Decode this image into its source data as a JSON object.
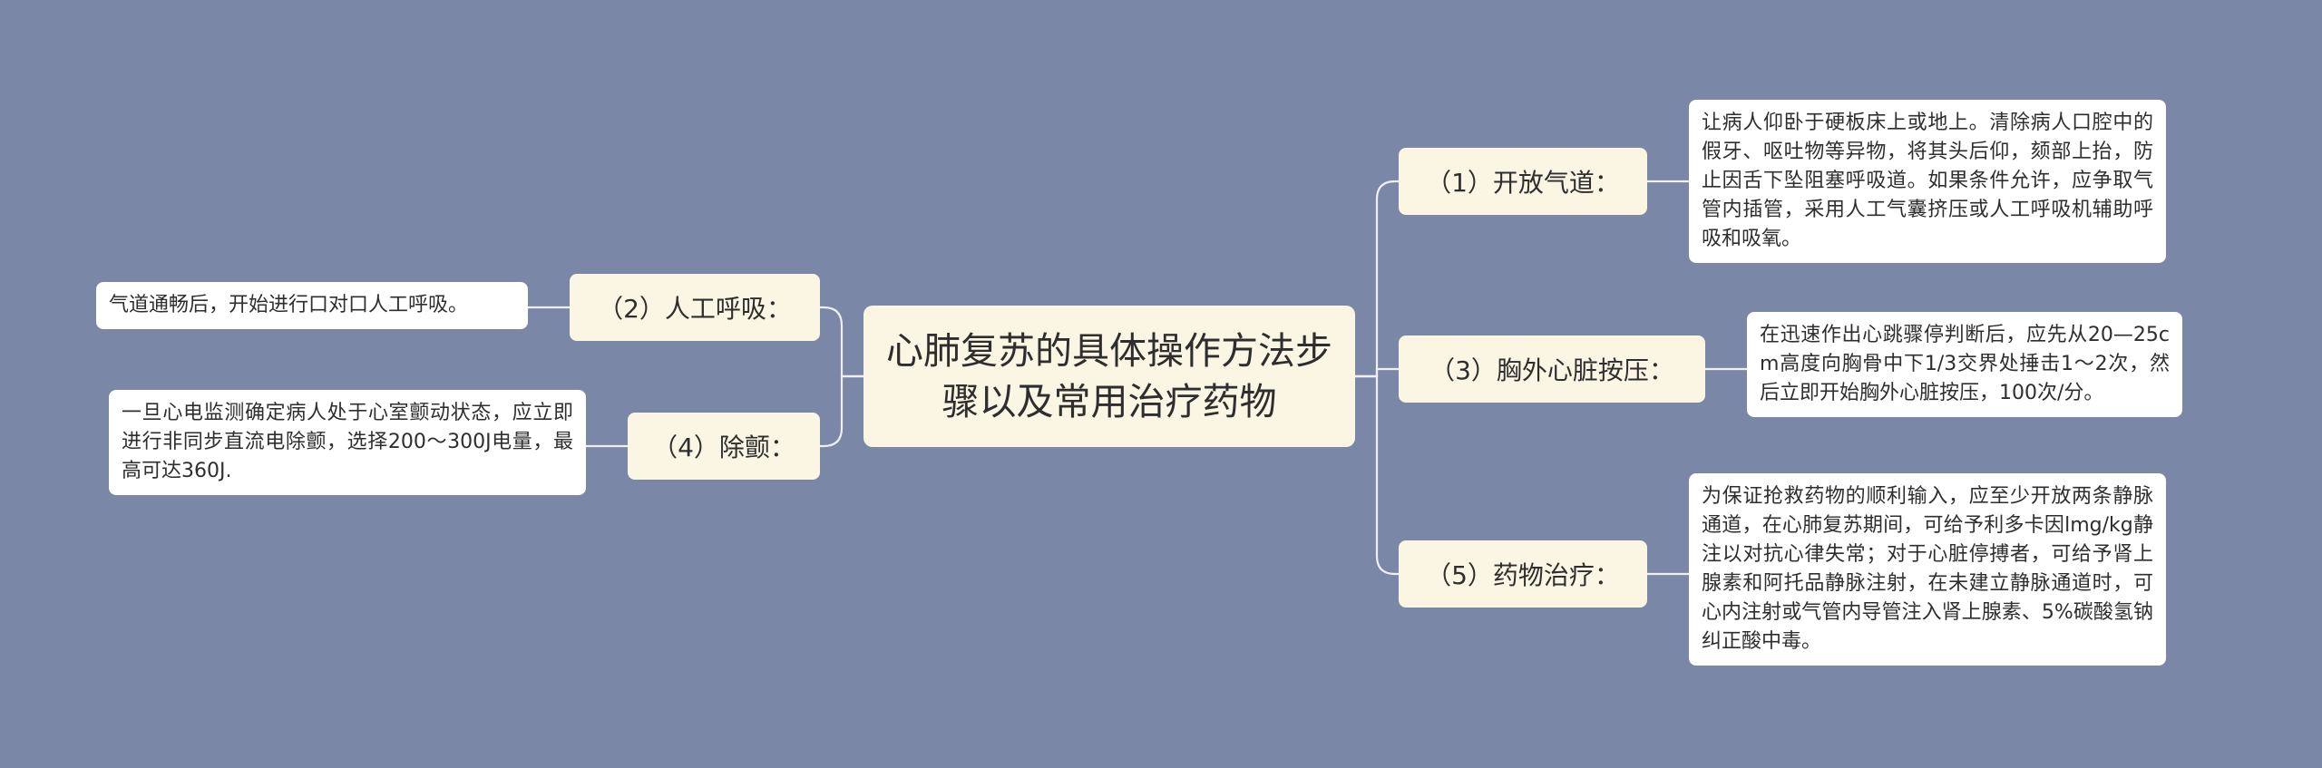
{
  "root": "心肺复苏的具体操作方法步骤以及常用治疗药物",
  "branches": {
    "b1": {
      "label": "（1）开放气道：",
      "detail": "让病人仰卧于硬板床上或地上。清除病人口腔中的假牙、呕吐物等异物，将其头后仰，颏部上抬，防止因舌下坠阻塞呼吸道。如果条件允许，应争取气管内插管，采用人工气囊挤压或人工呼吸机辅助呼吸和吸氧。"
    },
    "b2": {
      "label": "（2）人工呼吸：",
      "detail": "气道通畅后，开始进行口对口人工呼吸。"
    },
    "b3": {
      "label": "（3）胸外心脏按压：",
      "detail": "在迅速作出心跳骤停判断后，应先从20—25cm高度向胸骨中下1/3交界处捶击1～2次，然后立即开始胸外心脏按压，100次/分。"
    },
    "b4": {
      "label": "（4）除颤：",
      "detail": "一旦心电监测确定病人处于心室颤动状态，应立即进行非同步直流电除颤，选择200～300J电量，最高可达360J."
    },
    "b5": {
      "label": "（5）药物治疗：",
      "detail": "为保证抢救药物的顺利输入，应至少开放两条静脉通道，在心肺复苏期间，可给予利多卡因lmg/kg静注以对抗心律失常；对于心脏停搏者，可给予肾上腺素和阿托品静脉注射，在未建立静脉通道时，可心内注射或气管内导管注入肾上腺素、5%碳酸氢钠纠正酸中毒。"
    }
  },
  "colors": {
    "background": "#7a87a6",
    "node_fill": "#fbf5e3",
    "leaf_fill": "#ffffff",
    "connector": "#eef0f6"
  }
}
